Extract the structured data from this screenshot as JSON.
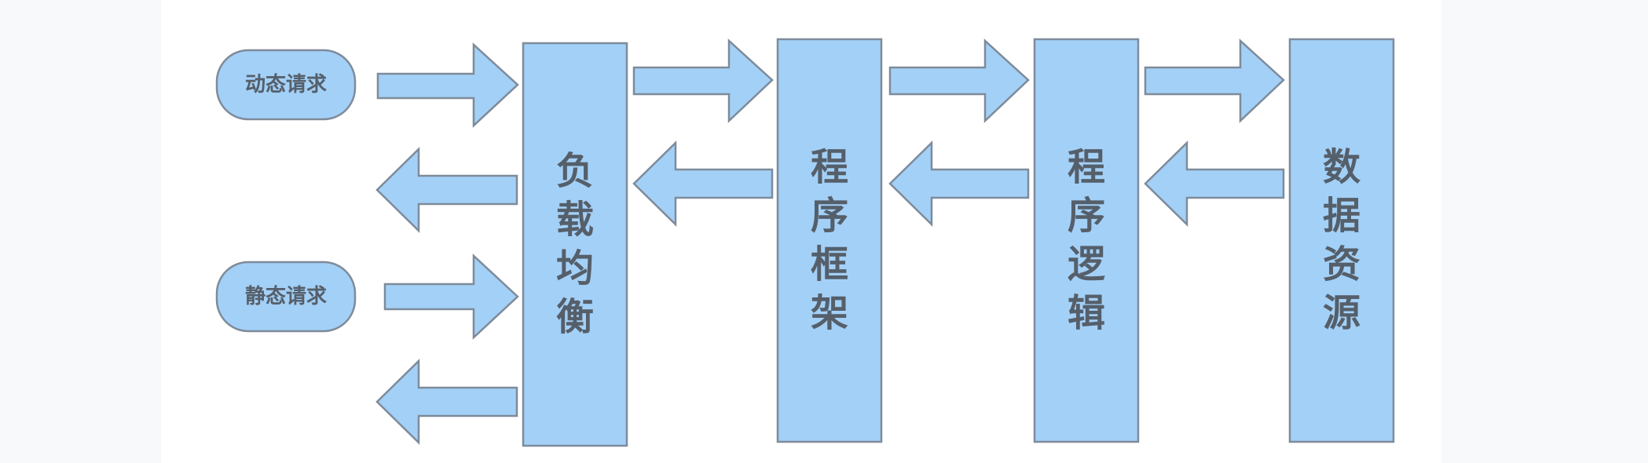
{
  "inputs": [
    {
      "id": "dynamic",
      "label": "动态请求"
    },
    {
      "id": "static",
      "label": "静态请求"
    }
  ],
  "stages": [
    {
      "id": "lb",
      "label": "负载均衡"
    },
    {
      "id": "framework",
      "label": "程序框架"
    },
    {
      "id": "logic",
      "label": "程序逻辑"
    },
    {
      "id": "data",
      "label": "数据资源"
    }
  ],
  "colors": {
    "node_fill": "#a3d0f7",
    "stroke": "#7e8b9a",
    "text": "#555f6a"
  }
}
